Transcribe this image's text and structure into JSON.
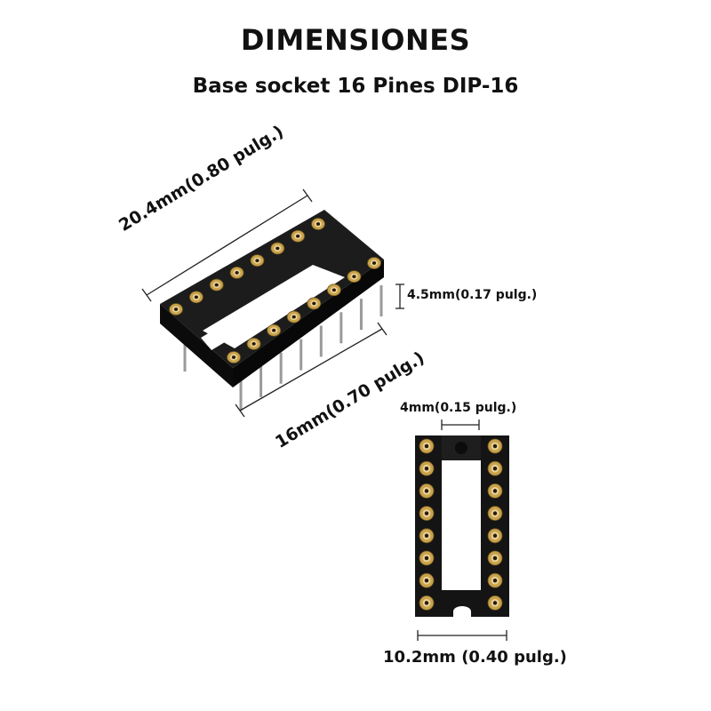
{
  "header": {
    "title": "DIMENSIONES",
    "subtitle": "Base socket 16 Pines DIP-16"
  },
  "dimensions": {
    "length": "20.4mm(0.80 pulg.)",
    "height": "4.5mm(0.17 pulg.)",
    "row_length": "16mm(0.70 pulg.)",
    "slot_width": "4mm(0.15 pulg.)",
    "total_width": "10.2mm (0.40 pulg.)"
  },
  "socket": {
    "pins": 16,
    "pins_per_row": 8,
    "body_color": "#141414",
    "contact_color": "#c9a24a"
  }
}
